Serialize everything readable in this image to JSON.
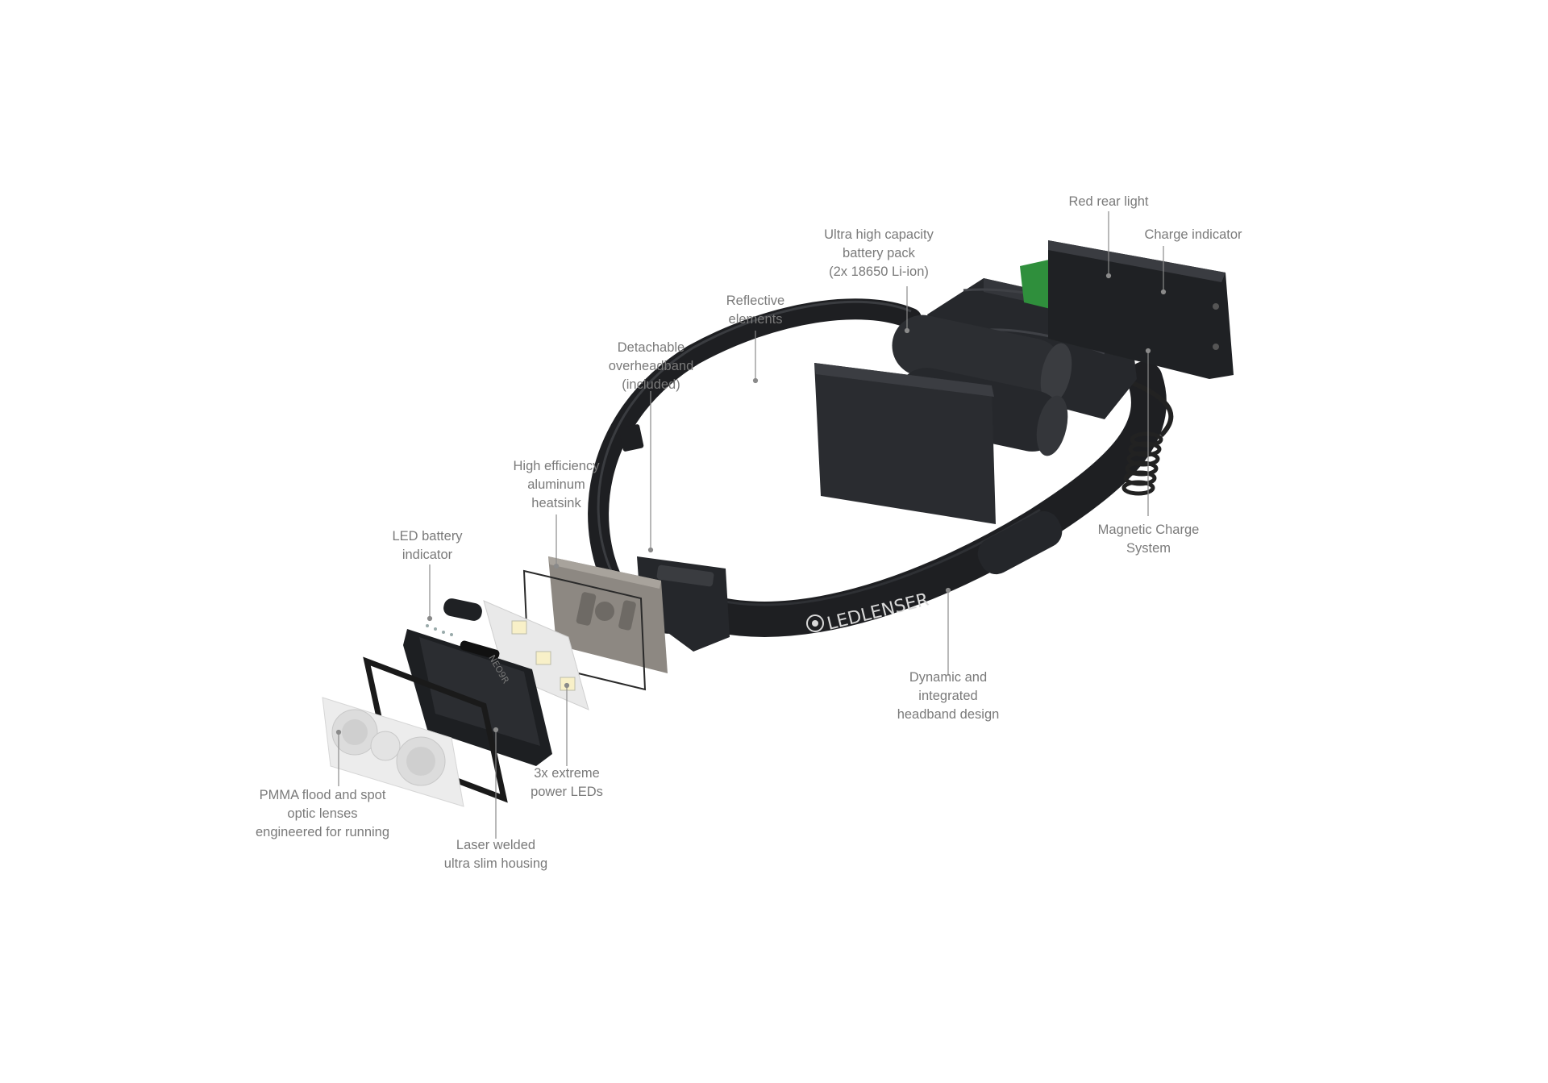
{
  "brand": {
    "logo_text": "LEDLENSER",
    "module_text": "NEO9R"
  },
  "colors": {
    "label_text": "#7a7a7a",
    "leader_line": "#8a8a8a",
    "band": "#1e1f22",
    "body_dark": "#26282c",
    "battery": "#2c2e32",
    "pcb_green": "#2f8f3c",
    "heatsink": "#8d8882",
    "lens": "#e6e6e6"
  },
  "callouts": {
    "red_rear_light": [
      "Red rear light"
    ],
    "charge_indicator": [
      "Charge indicator"
    ],
    "battery_pack": [
      "Ultra high capacity",
      "battery pack",
      "(2x 18650 Li-ion)"
    ],
    "reflective": [
      "Reflective",
      "elements"
    ],
    "overheadband": [
      "Detachable",
      "overheadband",
      "(included)"
    ],
    "heatsink": [
      "High efficiency",
      "aluminum",
      "heatsink"
    ],
    "led_indicator": [
      "LED battery",
      "indicator"
    ],
    "magnetic_charge": [
      "Magnetic Charge",
      "System"
    ],
    "headband_design": [
      "Dynamic and",
      "integrated",
      "headband design"
    ],
    "power_leds": [
      "3x extreme",
      "power LEDs"
    ],
    "lenses": [
      "PMMA flood and spot",
      "optic lenses",
      "engineered for running"
    ],
    "housing": [
      "Laser welded",
      "ultra slim housing"
    ]
  }
}
